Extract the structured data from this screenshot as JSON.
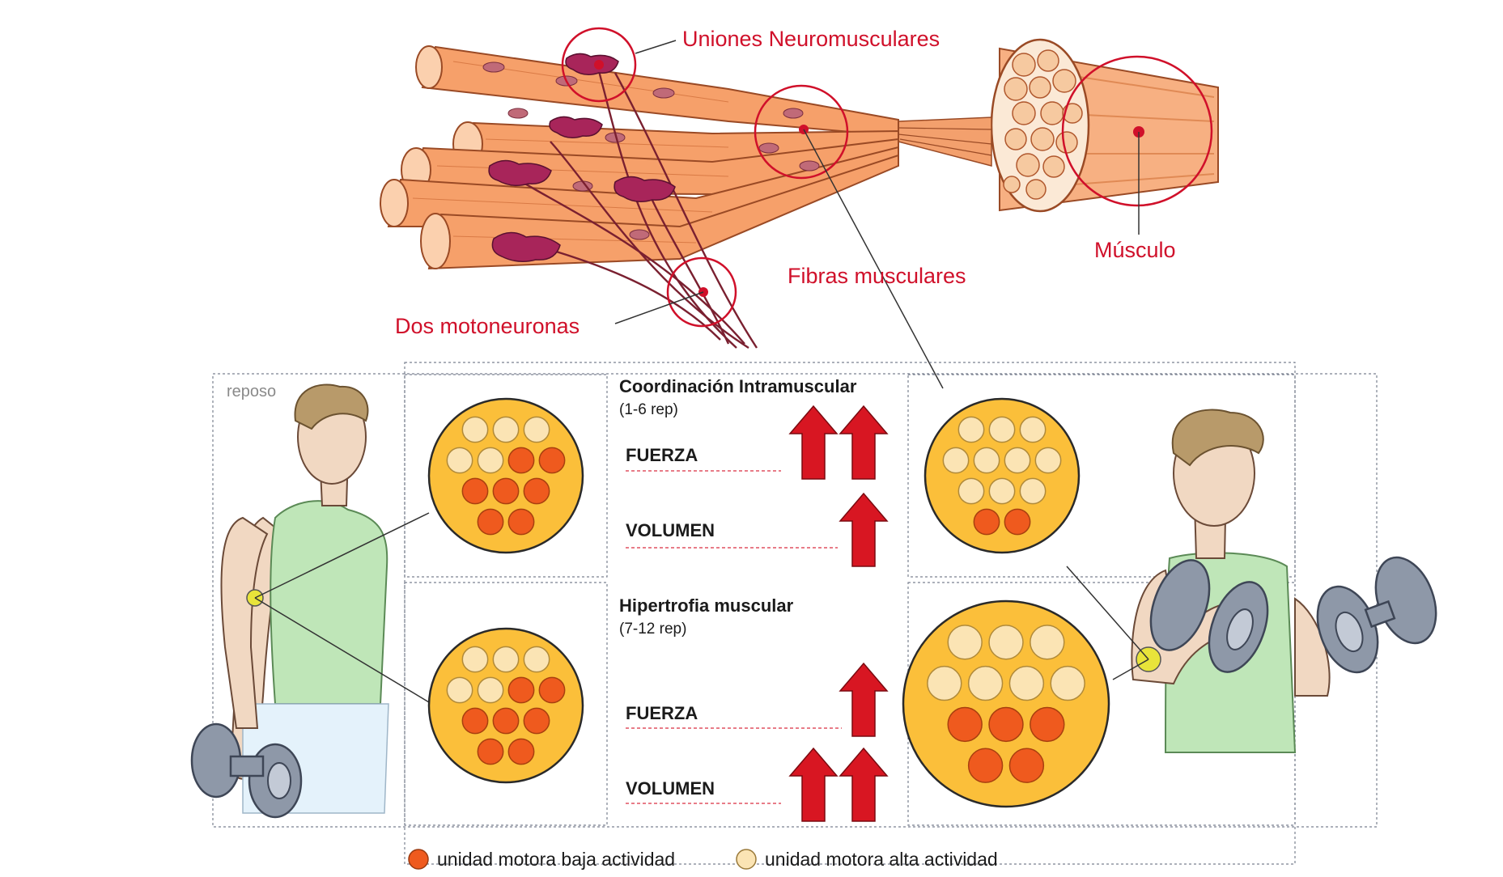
{
  "labels": {
    "neuromuscular": "Uniones Neuromusculares",
    "fibers": "Fibras musculares",
    "muscle": "Músculo",
    "motoneurons": "Dos motoneuronas"
  },
  "rest_label": "reposo",
  "sections": [
    {
      "title": "Coordinación Intramuscular",
      "reps": "(1-6 rep)",
      "metrics": [
        {
          "name": "FUERZA",
          "arrows": 2
        },
        {
          "name": "VOLUMEN",
          "arrows": 1
        }
      ],
      "rest_pattern": [
        "high",
        "high",
        "high",
        "high",
        "high",
        "low",
        "low",
        "low",
        "low",
        "low",
        "low",
        "low"
      ],
      "trained_pattern": [
        "high",
        "high",
        "high",
        "high",
        "high",
        "high",
        "high",
        "high",
        "high",
        "high",
        "low",
        "low"
      ],
      "trained_size": "normal"
    },
    {
      "title": "Hipertrofia muscular",
      "reps": "(7-12 rep)",
      "metrics": [
        {
          "name": "FUERZA",
          "arrows": 1
        },
        {
          "name": "VOLUMEN",
          "arrows": 2
        }
      ],
      "rest_pattern": [
        "high",
        "high",
        "high",
        "high",
        "high",
        "low",
        "low",
        "low",
        "low",
        "low",
        "low",
        "low"
      ],
      "trained_pattern": [
        "high",
        "high",
        "high",
        "high",
        "high",
        "high",
        "high",
        "low",
        "low",
        "low",
        "low",
        "low"
      ],
      "trained_size": "large"
    }
  ],
  "legend": [
    {
      "label": "unidad motora baja actividad",
      "state": "low"
    },
    {
      "label": "unidad motora alta actividad",
      "state": "high"
    }
  ],
  "colors": {
    "accent_red": "#d0102a",
    "unit_low": "#ef5a1e",
    "unit_high": "#fbe4b4",
    "cross_section_fill": "#fbbf3a",
    "arrow_red": "#d81622"
  }
}
